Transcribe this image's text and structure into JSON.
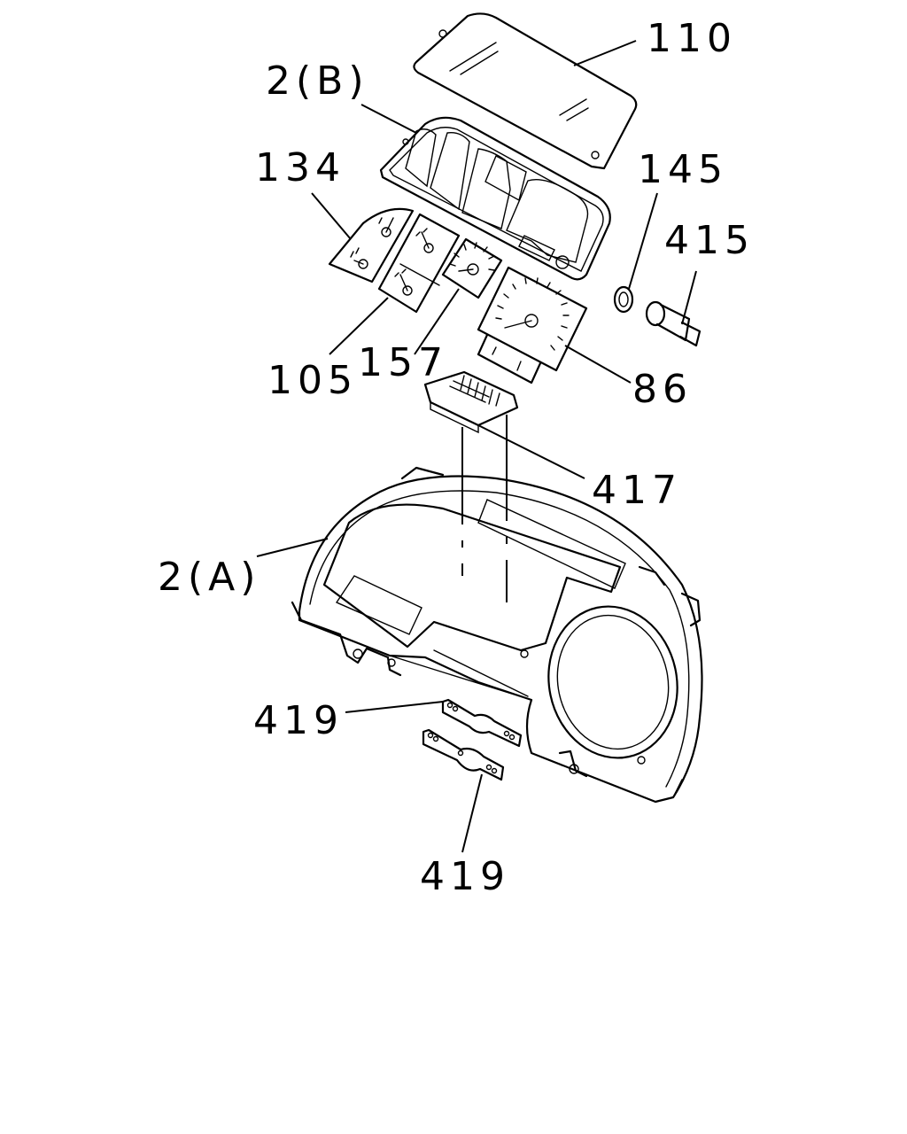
{
  "callouts": {
    "c110": "110",
    "c2b": "2(B)",
    "c134": "134",
    "c145": "145",
    "c415": "415",
    "c105": "105",
    "c157": "157",
    "c86": "86",
    "c417": "417",
    "c2a": "2(A)",
    "c419a": "419",
    "c419b": "419"
  },
  "colors": {
    "line": "#000000",
    "background": "#ffffff"
  }
}
